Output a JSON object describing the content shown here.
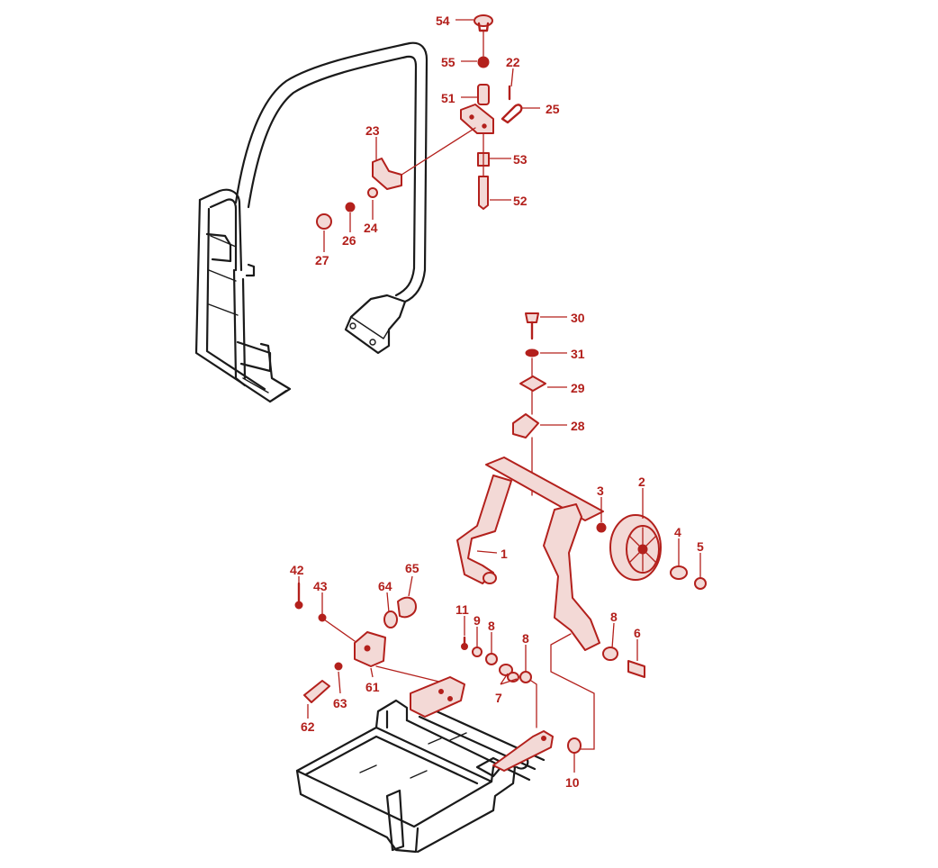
{
  "colors": {
    "part_highlight": "#b3201c",
    "line_art": "#1a1a1a",
    "background": "#ffffff"
  },
  "callouts": [
    {
      "id": "c54",
      "text": "54"
    },
    {
      "id": "c55",
      "text": "55"
    },
    {
      "id": "c22",
      "text": "22"
    },
    {
      "id": "c51",
      "text": "51"
    },
    {
      "id": "c25",
      "text": "25"
    },
    {
      "id": "c23",
      "text": "23"
    },
    {
      "id": "c53",
      "text": "53"
    },
    {
      "id": "c52",
      "text": "52"
    },
    {
      "id": "c24",
      "text": "24"
    },
    {
      "id": "c26",
      "text": "26"
    },
    {
      "id": "c27",
      "text": "27"
    },
    {
      "id": "c30",
      "text": "30"
    },
    {
      "id": "c31",
      "text": "31"
    },
    {
      "id": "c29",
      "text": "29"
    },
    {
      "id": "c28",
      "text": "28"
    },
    {
      "id": "c3",
      "text": "3"
    },
    {
      "id": "c2",
      "text": "2"
    },
    {
      "id": "c4",
      "text": "4"
    },
    {
      "id": "c5",
      "text": "5"
    },
    {
      "id": "c1",
      "text": "1"
    },
    {
      "id": "c42",
      "text": "42"
    },
    {
      "id": "c65",
      "text": "65"
    },
    {
      "id": "c43",
      "text": "43"
    },
    {
      "id": "c64",
      "text": "64"
    },
    {
      "id": "c11",
      "text": "11"
    },
    {
      "id": "c9",
      "text": "9"
    },
    {
      "id": "c8a",
      "text": "8"
    },
    {
      "id": "c8b",
      "text": "8"
    },
    {
      "id": "c8c",
      "text": "8"
    },
    {
      "id": "c6",
      "text": "6"
    },
    {
      "id": "c61",
      "text": "61"
    },
    {
      "id": "c63",
      "text": "63"
    },
    {
      "id": "c7",
      "text": "7"
    },
    {
      "id": "c62",
      "text": "62"
    },
    {
      "id": "c10",
      "text": "10"
    }
  ]
}
